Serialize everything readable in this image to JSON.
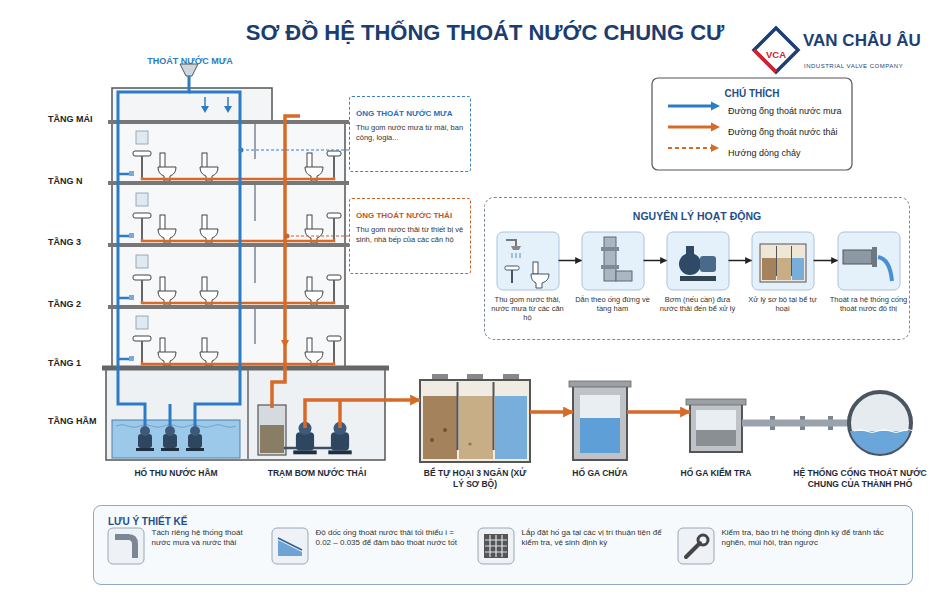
{
  "diagram": {
    "title": "SƠ ĐỒ HỆ THỐNG THOÁT NƯỚC CHUNG CƯ",
    "nodes": [
      {
        "text": [
          "ỐNG THOÁT NƯỚC MƯA",
          "Thu gom nước mưa từ mái, ban công, logia..."
        ]
      },
      {
        "text": [
          "ỐNG THOÁT NƯỚC THẢI",
          "Thu gom nước thải từ thiết bị vệ sinh, nhà bếp của các căn hộ"
        ]
      },
      {
        "text": [
          "NGUYÊN LÝ HOẠT ĐỘNG"
        ]
      },
      {
        "text": [
          "Thu gom nước thải, nước mưa từ các căn hộ"
        ],
        "in": 2
      },
      {
        "text": [
          "Dẫn theo ống đứng về tầng hầm"
        ],
        "in": 2
      },
      {
        "text": [
          "Bơm (nếu cần) đưa nước thải đến bể xử lý"
        ],
        "in": 2
      },
      {
        "text": [
          "Xử lý sơ bộ tại bể tự hoại"
        ],
        "in": 2
      },
      {
        "text": [
          "Thoát ra hệ thống cống thoát nước đô thị"
        ],
        "in": 2
      },
      {
        "text": [
          "HỐ THU NƯỚC HẦM"
        ]
      },
      {
        "text": [
          "TRẠM BƠM NƯỚC THẢI"
        ]
      },
      {
        "text": [
          "BỂ TỰ HOẠI 3 NGĂN (XỬ LÝ SƠ BỘ)"
        ]
      },
      {
        "text": [
          "HỐ GA CHỨA"
        ]
      },
      {
        "text": [
          "HỐ GA KIỂM TRA"
        ]
      },
      {
        "text": [
          "HỆ THỐNG CỐNG THOÁT NƯỚC CHUNG CỦA THÀNH PHỐ"
        ]
      },
      {
        "text": [
          "LƯU Ý THIẾT KẾ"
        ]
      },
      {
        "text": [
          "Tách riêng hệ thống thoát nước mưa và nước thải"
        ],
        "in": 14
      },
      {
        "text": [
          "Độ dốc ống thoát nước thải tối thiểu i = 0.02 – 0.035 để đảm bảo thoát nước tốt"
        ],
        "in": 14
      },
      {
        "text": [
          "Lắp đặt hố ga tại các vị trí thuận tiện để kiểm tra, vệ sinh định kỳ"
        ],
        "in": 14
      },
      {
        "text": [
          "Kiểm tra, bảo trì hệ thống định kỳ để tránh tắc nghẽn, mùi hôi, tràn ngược"
        ],
        "in": 14
      }
    ],
    "edges": [
      {
        "from": 3,
        "to": 4,
        "arrow": "to"
      },
      {
        "from": 4,
        "to": 5,
        "arrow": "to"
      },
      {
        "from": 5,
        "to": 6,
        "arrow": "to"
      },
      {
        "from": 6,
        "to": 7,
        "arrow": "to"
      },
      {
        "from": 9,
        "to": 10,
        "arrow": "to"
      },
      {
        "from": 10,
        "to": 11,
        "arrow": "to"
      },
      {
        "from": 11,
        "to": 12,
        "arrow": "to"
      },
      {
        "from": 12,
        "to": 13,
        "arrow": "none"
      }
    ],
    "labels": [
      "VCA",
      "VAN CHÂU ÂU",
      "INDUSTRIAL VALVE COMPANY",
      "THOÁT NƯỚC MƯA",
      "TẦNG MÁI",
      "TẦNG N",
      "TẦNG 3",
      "TẦNG 2",
      "TẦNG 1",
      "TẦNG HẦM",
      "CHÚ THÍCH"
    ],
    "legend": [
      {
        "text": "Đường ống thoát nước mưa"
      },
      {
        "text": "Đường ống thoát nước thải"
      },
      {
        "text": "Hướng dòng chảy"
      }
    ]
  }
}
